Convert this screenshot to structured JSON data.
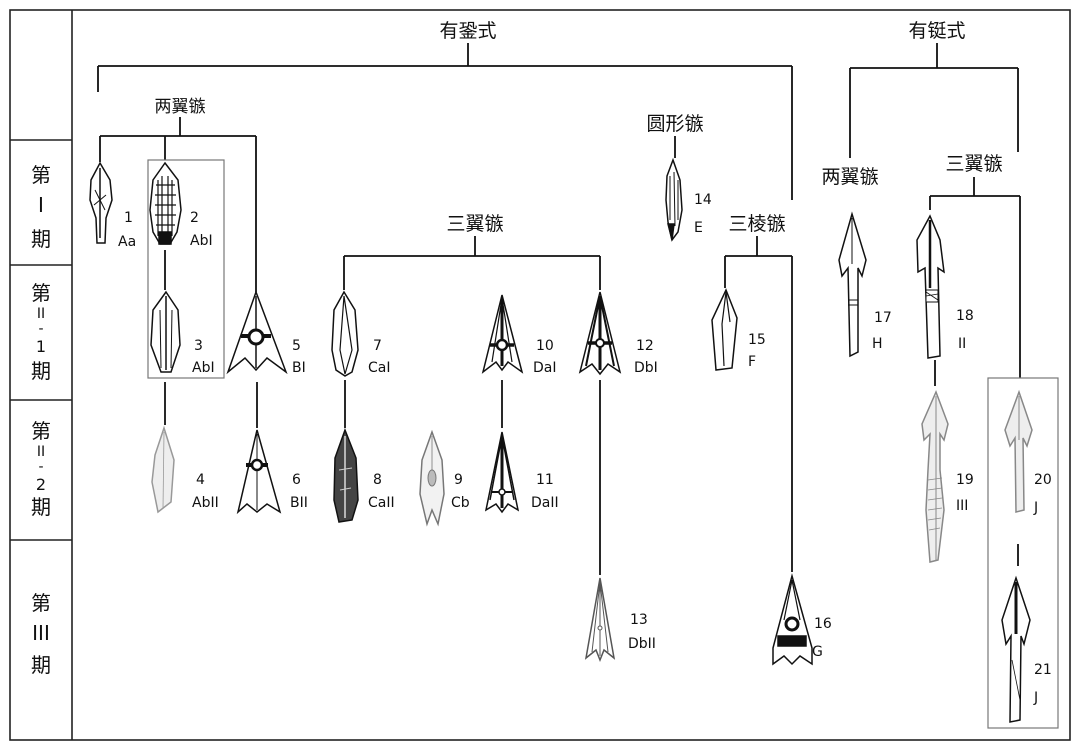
{
  "periods": [
    {
      "lines": [
        "第",
        "I",
        "期"
      ]
    },
    {
      "lines": [
        "第",
        "II",
        "-",
        "1",
        "期"
      ]
    },
    {
      "lines": [
        "第",
        "II",
        "-",
        "2",
        "期"
      ]
    },
    {
      "lines": [
        "第",
        "III",
        "期"
      ]
    }
  ],
  "categories": {
    "socketed": "有銎式",
    "tanged": "有铤式",
    "socketed_two_wing": "两翼镞",
    "socketed_three_wing": "三翼镞",
    "round": "圆形镞",
    "three_edge": "三棱镞",
    "tanged_two_wing": "两翼镞",
    "tanged_three_wing": "三翼镞"
  },
  "items": [
    {
      "num": "1",
      "code": "Aa"
    },
    {
      "num": "2",
      "code": "AbI"
    },
    {
      "num": "3",
      "code": "AbI"
    },
    {
      "num": "4",
      "code": "AbII"
    },
    {
      "num": "5",
      "code": "BI"
    },
    {
      "num": "6",
      "code": "BII"
    },
    {
      "num": "7",
      "code": "CaI"
    },
    {
      "num": "8",
      "code": "CaII"
    },
    {
      "num": "9",
      "code": "Cb"
    },
    {
      "num": "10",
      "code": "DaI"
    },
    {
      "num": "11",
      "code": "DaII"
    },
    {
      "num": "12",
      "code": "DbI"
    },
    {
      "num": "13",
      "code": "DbII"
    },
    {
      "num": "14",
      "code": "E"
    },
    {
      "num": "15",
      "code": "F"
    },
    {
      "num": "16",
      "code": "G"
    },
    {
      "num": "17",
      "code": "H"
    },
    {
      "num": "18",
      "code": "II"
    },
    {
      "num": "19",
      "code": "III"
    },
    {
      "num": "20",
      "code": "J"
    },
    {
      "num": "21",
      "code": "J"
    }
  ]
}
